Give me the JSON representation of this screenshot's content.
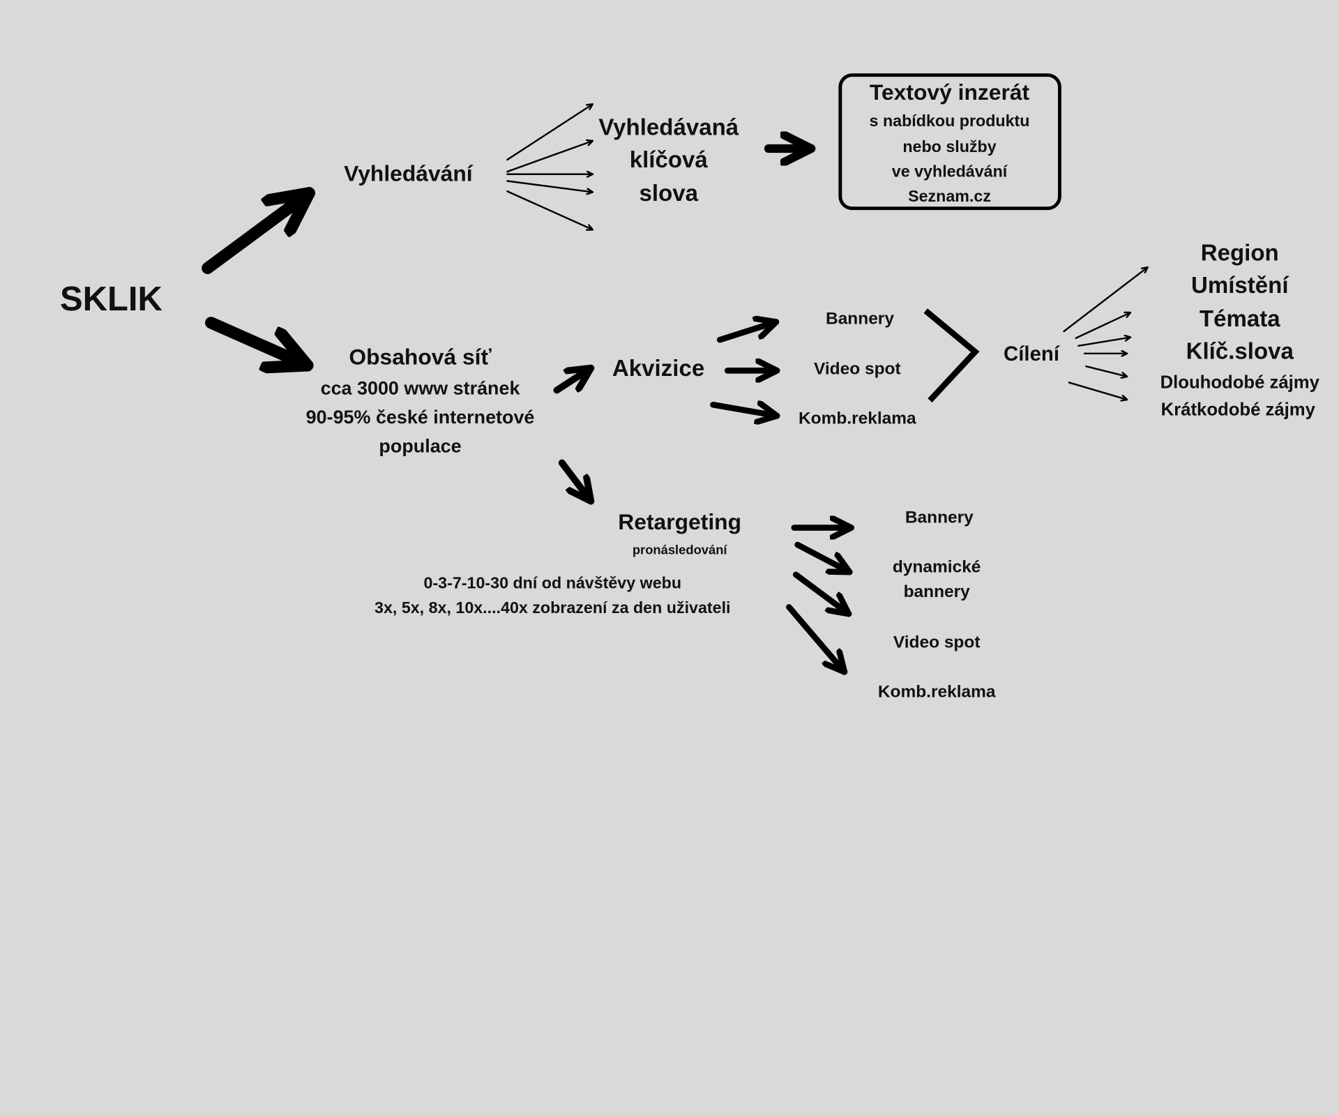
{
  "colors": {
    "background": "#d9d9d9",
    "ink": "#000000"
  },
  "root": "SKLIK",
  "search": {
    "label": "Vyhledávání",
    "keywords": [
      "Vyhledávaná",
      "klíčová",
      "slova"
    ],
    "ad_box": {
      "title": "Textový inzerát",
      "lines": [
        "s nabídkou produktu",
        "nebo služby",
        "ve vyhledávání",
        "Seznam.cz"
      ]
    }
  },
  "content_network": {
    "title": "Obsahová síť",
    "lines": [
      "cca 3000 www stránek",
      "90-95% české internetové",
      "populace"
    ]
  },
  "acquisition": {
    "label": "Akvizice",
    "formats": [
      "Bannery",
      "Video spot",
      "Komb.reklama"
    ],
    "targeting_label": "Cílení",
    "targeting": [
      "Region",
      "Umístění",
      "Témata",
      "Klíč.slova",
      "Dlouhodobé zájmy",
      "Krátkodobé zájmy"
    ]
  },
  "retargeting": {
    "label": "Retargeting",
    "sublabel": "pronásledování",
    "notes": [
      "0-3-7-10-30 dní od návštěvy webu",
      "3x, 5x, 8x, 10x....40x zobrazení za den uživateli"
    ],
    "formats": [
      "Bannery",
      "dynamické",
      "bannery",
      "Video spot",
      "Komb.reklama"
    ]
  }
}
